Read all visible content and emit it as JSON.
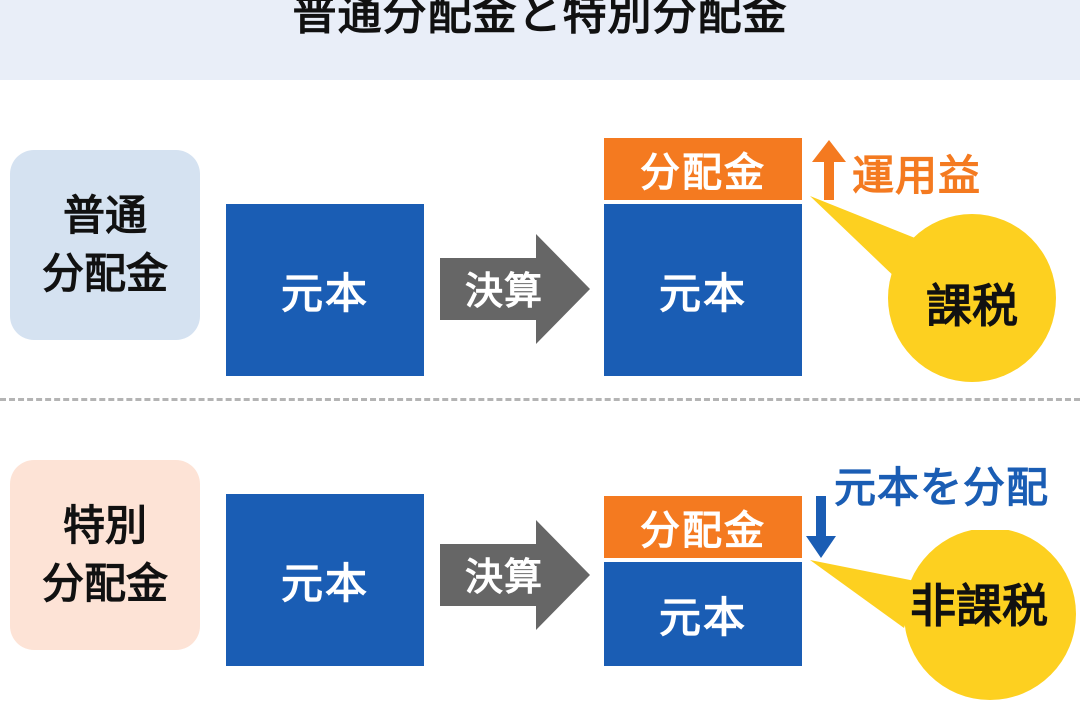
{
  "title": "普通分配金と特別分配金",
  "colors": {
    "principal_blue": "#1a5db4",
    "distribution_orange": "#f47a20",
    "tax_yellow": "#fdd020",
    "arrow_gray": "#666666",
    "header_bg": "#e9eef8",
    "note_blue": "#1a5db4"
  },
  "ordinary": {
    "label_line1": "普通",
    "label_line2": "分配金",
    "label_bg": "#d5e2f1",
    "before_box": "元本",
    "arrow_label": "決算",
    "distribution": "分配金",
    "after_box": "元本",
    "note_arrow": "up-arrow-icon",
    "note": "運用益",
    "tax": "課税"
  },
  "special": {
    "label_line1": "特別",
    "label_line2": "分配金",
    "label_bg": "#fde3d6",
    "before_box": "元本",
    "arrow_label": "決算",
    "distribution": "分配金",
    "after_box": "元本",
    "note_arrow": "down-arrow-icon",
    "note": "元本を分配",
    "tax": "非課税"
  }
}
